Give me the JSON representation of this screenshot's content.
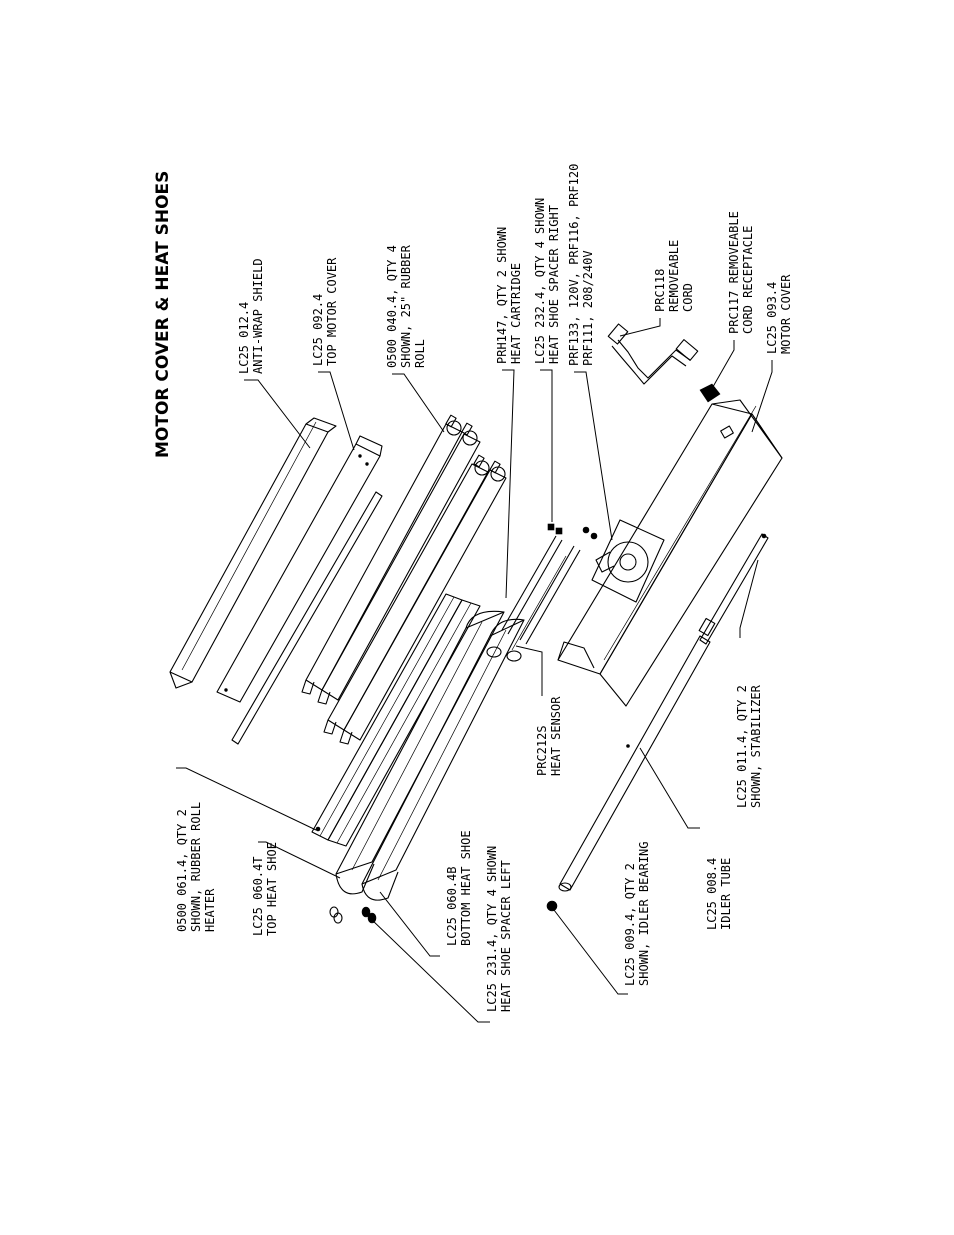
{
  "title": "MOTOR COVER & HEAT SHOES",
  "callouts": [
    {
      "id": "anti-wrap-shield",
      "lines": [
        "LC25 012.4",
        "ANTI-WRAP SHIELD"
      ]
    },
    {
      "id": "top-motor-cover",
      "lines": [
        "LC25 092.4",
        "TOP MOTOR COVER"
      ]
    },
    {
      "id": "rubber-roll",
      "lines": [
        "0500 040.4, QTY 4",
        "SHOWN, 25\" RUBBER",
        "ROLL"
      ]
    },
    {
      "id": "heat-cartridge",
      "lines": [
        "PRH147, QTY 2 SHOWN",
        "HEAT CARTRIDGE"
      ]
    },
    {
      "id": "heat-shoe-spacer-right",
      "lines": [
        "LC25 232.4, QTY 4 SHOWN",
        "HEAT SHOE SPACER RIGHT"
      ]
    },
    {
      "id": "motor",
      "lines": [
        "PRF133, 120V, PRF116, PRF120",
        "PRF111, 208/240V"
      ]
    },
    {
      "id": "removeable-cord",
      "lines": [
        "PRC118",
        "REMOVEABLE",
        "CORD"
      ]
    },
    {
      "id": "cord-receptacle",
      "lines": [
        "PRC117 REMOVEABLE",
        "CORD RECEPTACLE"
      ]
    },
    {
      "id": "motor-cover",
      "lines": [
        "LC25 093.4",
        "MOTOR COVER"
      ]
    },
    {
      "id": "rubber-roll-heater",
      "lines": [
        "0500 061.4, QTY 2",
        "SHOWN, RUBBER ROLL",
        "HEATER"
      ]
    },
    {
      "id": "top-heat-shoe",
      "lines": [
        "LC25 060.4T",
        "TOP HEAT SHOE"
      ]
    },
    {
      "id": "bottom-heat-shoe",
      "lines": [
        "LC25 060.4B",
        "BOTTOM HEAT SHOE"
      ]
    },
    {
      "id": "heat-shoe-spacer-left",
      "lines": [
        "LC25 231.4, QTY 4 SHOWN",
        "HEAT SHOE SPACER LEFT"
      ]
    },
    {
      "id": "heat-sensor",
      "lines": [
        "PRC212S",
        "HEAT SENSOR"
      ]
    },
    {
      "id": "idler-bearing",
      "lines": [
        "LC25 009.4, QTY 2",
        "SHOWN, IDLER BEARING"
      ]
    },
    {
      "id": "idler-tube",
      "lines": [
        "LC25 008.4",
        "IDLER TUBE"
      ]
    },
    {
      "id": "stabilizer",
      "lines": [
        "LC25 011.4, QTY 2",
        "SHOWN, STABILIZER"
      ]
    }
  ]
}
